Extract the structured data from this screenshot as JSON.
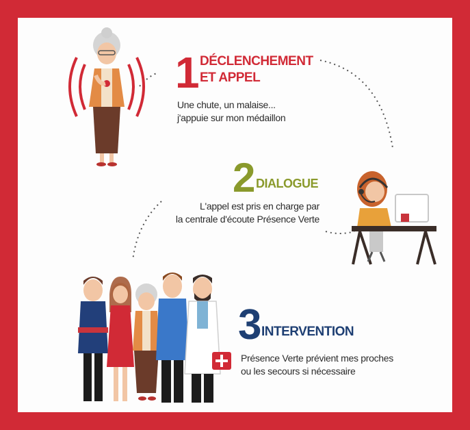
{
  "colors": {
    "frame": "#d12a36",
    "step1": "#d12a36",
    "step2": "#8a9a2c",
    "step3": "#1e3f73",
    "text": "#2b2b2b"
  },
  "steps": [
    {
      "number": "1",
      "title_line1": "DÉCLENCHEMENT",
      "title_line2": "ET APPEL",
      "desc_line1": "Une chute, un malaise...",
      "desc_line2": "j'appuie sur mon médaillon"
    },
    {
      "number": "2",
      "title": "DIALOGUE",
      "desc_line1": "L'appel est pris en charge par",
      "desc_line2": "la centrale d'écoute Présence Verte"
    },
    {
      "number": "3",
      "title": "INTERVENTION",
      "desc_line1": "Présence Verte prévient mes proches",
      "desc_line2": "ou les secours si nécessaire"
    }
  ],
  "illustrations": {
    "step1": "elderly-woman-pressing-pendant",
    "step2": "call-center-operator",
    "step3": "family-and-doctor-group"
  }
}
